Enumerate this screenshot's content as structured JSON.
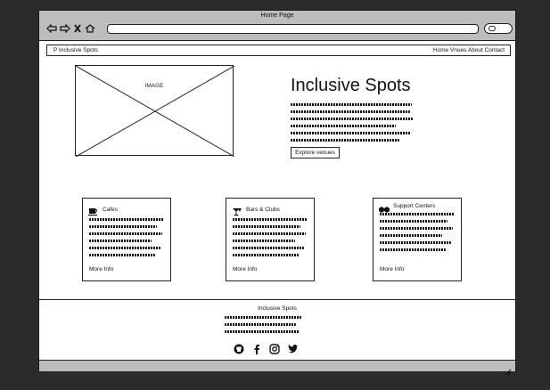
{
  "browser": {
    "title": "Home Page"
  },
  "nav": {
    "brand": "P Inclusive Spots",
    "links": "Home Vnues About Contact"
  },
  "hero": {
    "image_label": "IMAGE",
    "title": "Inclusive Spots",
    "button": "Explore venues"
  },
  "cards": [
    {
      "title": "Cafes",
      "icon": "coffee-cup-icon",
      "link": "More Info"
    },
    {
      "title": "Bars & Clubs",
      "icon": "cocktail-icon",
      "link": "More Info"
    },
    {
      "title": "Support Centers",
      "icon": "handshake-icon",
      "link": "More Info"
    }
  ],
  "footer": {
    "title": "Inclusive Spots",
    "social": [
      "github-icon",
      "facebook-icon",
      "instagram-icon",
      "twitter-icon"
    ]
  }
}
